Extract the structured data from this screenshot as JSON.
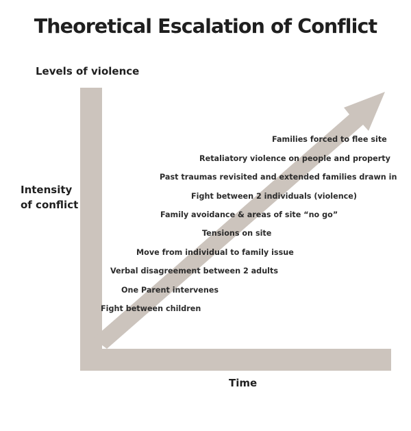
{
  "title": "Theoretical Escalation of Conflict",
  "y_axis": {
    "top_label": "Levels of violence",
    "label_line1": "Intensity",
    "label_line2": "of conflict"
  },
  "x_axis": {
    "label": "Time"
  },
  "colors": {
    "arrow": "#ccc4bd",
    "text": "#1f1f1f"
  },
  "steps": [
    "Fight between children",
    "One Parent intervenes",
    "Verbal disagreement between 2 adults",
    "Move from individual to family issue",
    "Tensions on site",
    "Family avoidance & areas of site “no go”",
    "Fight between 2 individuals (violence)",
    "Past traumas revisited and extended families drawn in",
    "Retaliatory violence on people and property",
    "Families forced to flee site"
  ]
}
